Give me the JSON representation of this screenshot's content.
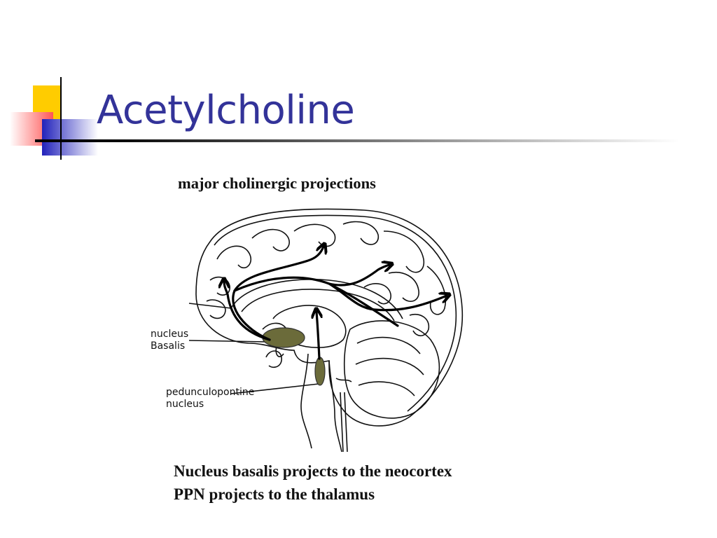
{
  "slide": {
    "title": "Acetylcholine",
    "title_color": "#333399"
  },
  "figure": {
    "title": "major cholinergic projections",
    "labels": {
      "nucleus_basalis": "nucleus\nBasalis",
      "ppn": "pedunculopontine\nnucleus"
    },
    "nucleus_color": "#6b6b3a"
  },
  "captions": [
    "Nucleus basalis projects to the neocortex",
    "PPN projects to the thalamus"
  ],
  "decoration_colors": {
    "yellow": "#ffcc00",
    "red": "#ff6666",
    "blue": "#3333cc"
  }
}
